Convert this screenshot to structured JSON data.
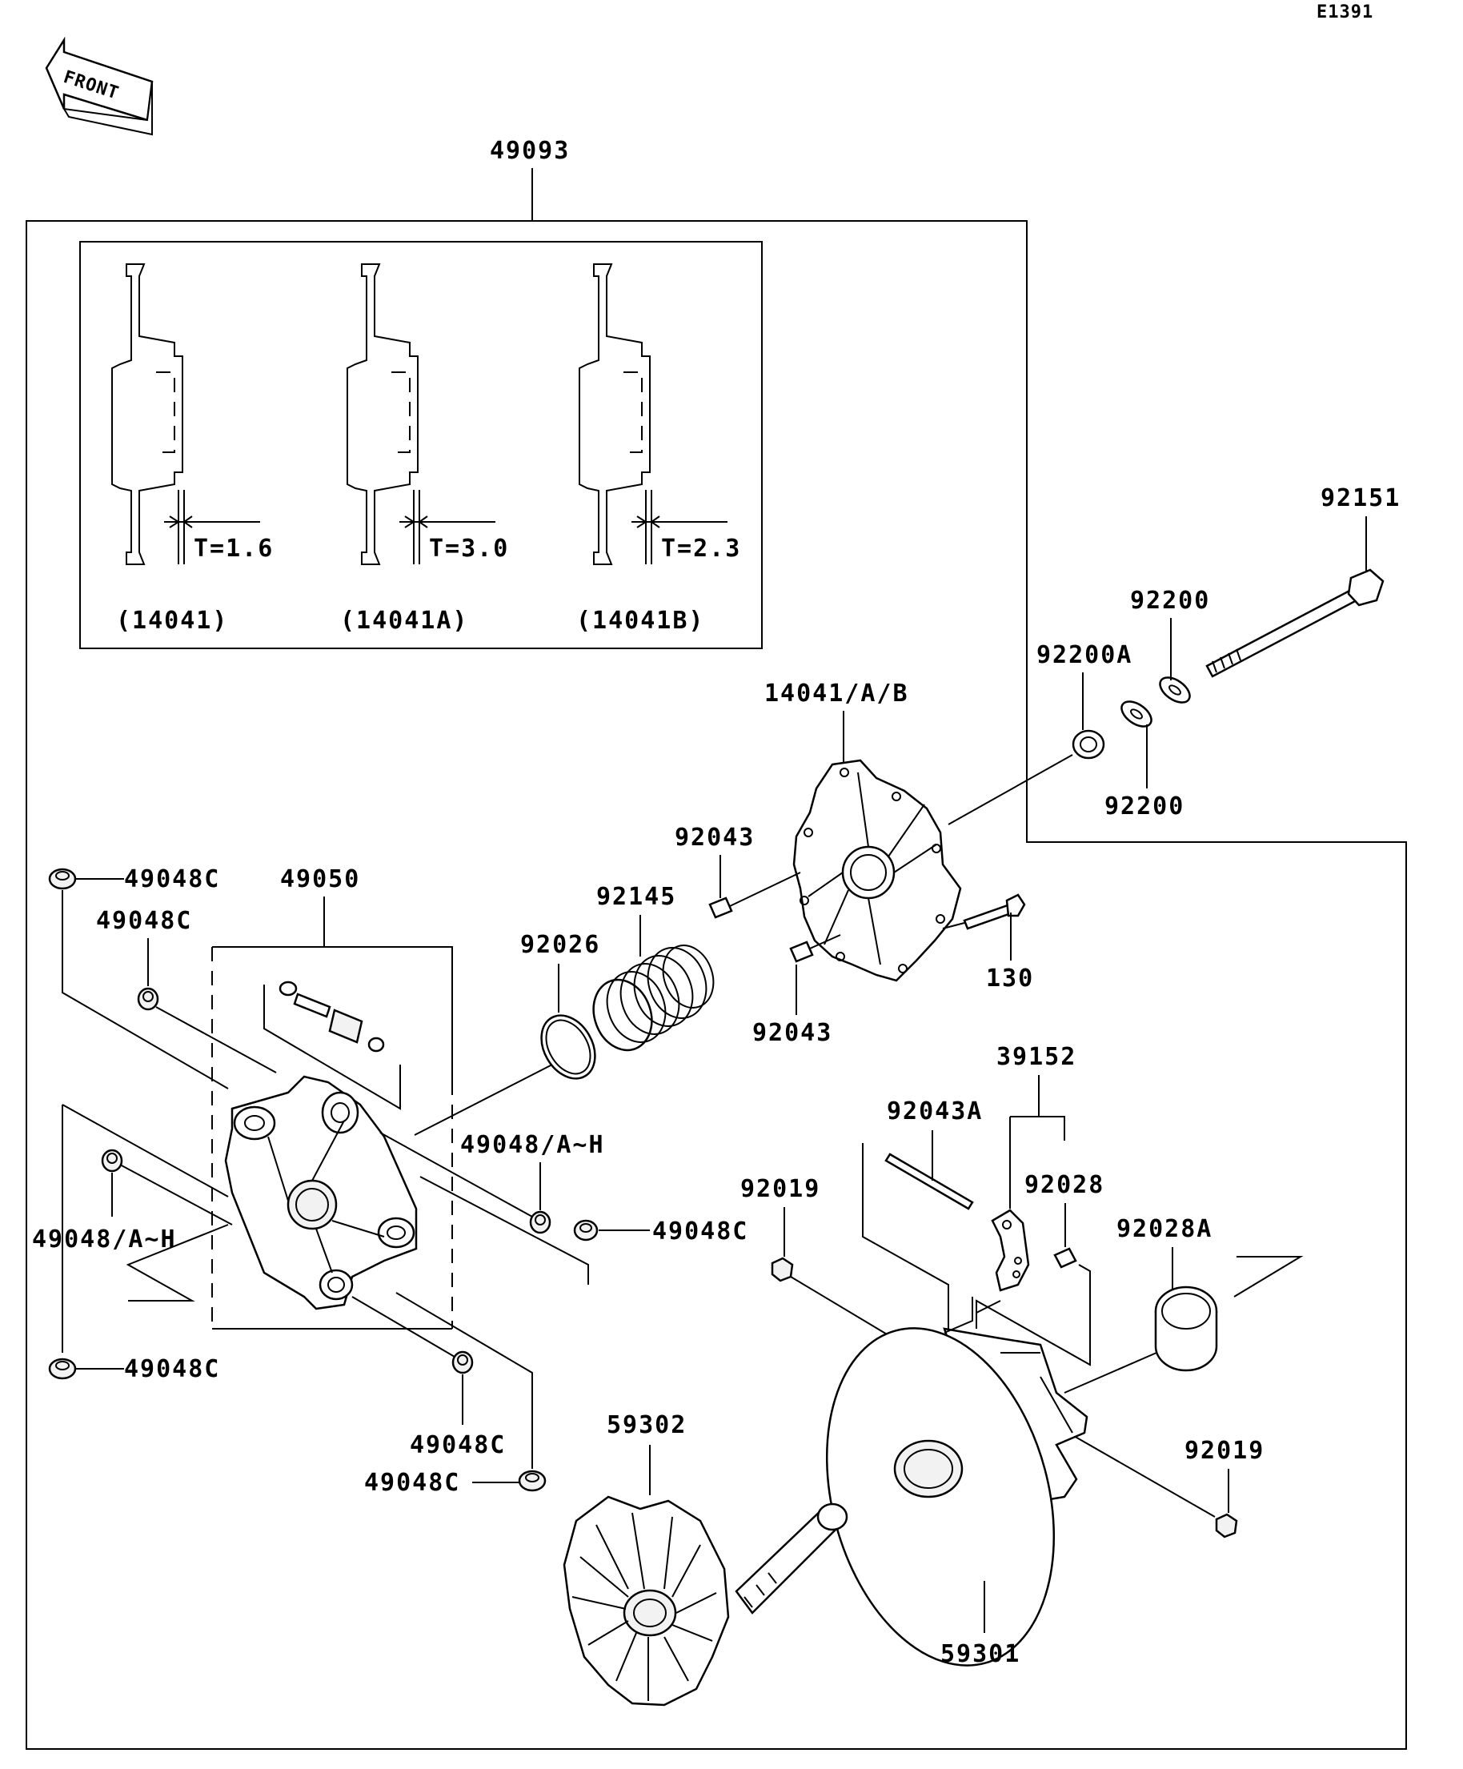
{
  "diagram_id": "E1391",
  "front_label": "FRONT",
  "assembly_label": "49093",
  "inset": {
    "variants": [
      {
        "part": "(14041)",
        "thickness": "T=1.6"
      },
      {
        "part": "(14041A)",
        "thickness": "T=3.0"
      },
      {
        "part": "(14041B)",
        "thickness": "T=2.3"
      }
    ]
  },
  "callouts": {
    "c92151": "92151",
    "c92200_top": "92200",
    "c92200A": "92200A",
    "c92200_bottom": "92200",
    "c14041AB": "14041/A/B",
    "c92043_top": "92043",
    "c92043_bottom": "92043",
    "c92145": "92145",
    "c92026": "92026",
    "c130": "130",
    "c49050": "49050",
    "c49048C_1": "49048C",
    "c49048C_2": "49048C",
    "c49048AH_right": "49048/A~H",
    "c49048C_3": "49048C",
    "c49048AH_left": "49048/A~H",
    "c49048C_4": "49048C",
    "c49048C_5": "49048C",
    "c49048C_6": "49048C",
    "c39152": "39152",
    "c92043A": "92043A",
    "c92028": "92028",
    "c92028A": "92028A",
    "c92019_left": "92019",
    "c92019_right": "92019",
    "c59302": "59302",
    "c59301": "59301"
  }
}
